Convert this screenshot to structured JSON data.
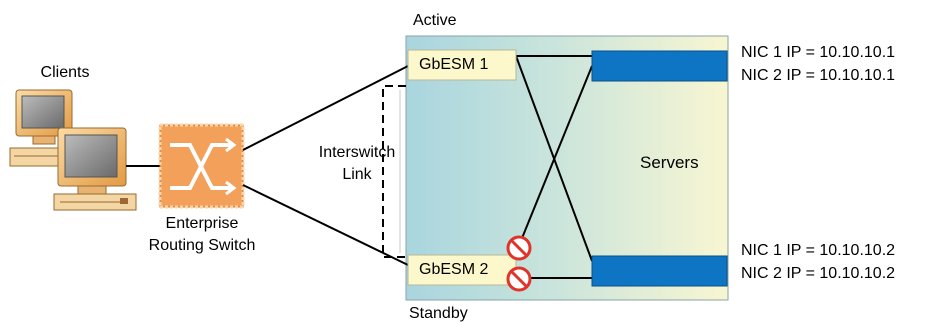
{
  "labels": {
    "clients": "Clients",
    "switch_line1": "Enterprise",
    "switch_line2": "Routing Switch",
    "isl_line1": "Interswitch",
    "isl_line2": "Link",
    "active": "Active",
    "standby": "Standby",
    "esm1": "GbESM 1",
    "esm2": "GbESM 2",
    "servers": "Servers"
  },
  "server_top": {
    "nic1": "NIC 1 IP = 10.10.10.1",
    "nic2": "NIC 2 IP = 10.10.10.1"
  },
  "server_bottom": {
    "nic1": "NIC 1 IP = 10.10.10.2",
    "nic2": "NIC 2 IP = 10.10.10.2"
  },
  "colors": {
    "esm_fill": "#fdf8cc",
    "server_bar": "#0e74c4",
    "switch_orange": "#f2a05a",
    "block_icon": "#e0332a",
    "chassis_left": "#a9d5de",
    "chassis_right": "#f8f6d2"
  }
}
